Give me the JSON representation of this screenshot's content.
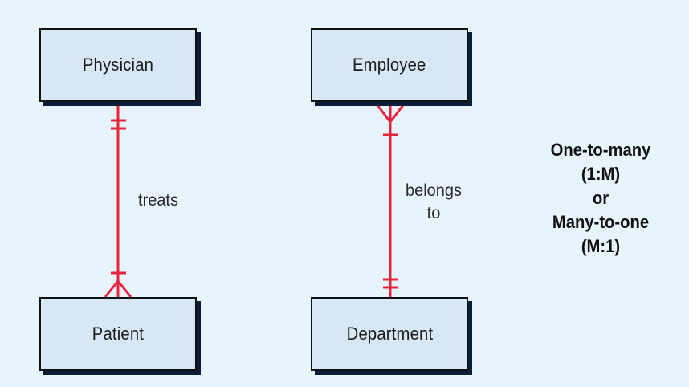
{
  "entities": {
    "physician": "Physician",
    "employee": "Employee",
    "patient": "Patient",
    "department": "Department"
  },
  "relationships": {
    "treats": "treats",
    "belongs_line1": "belongs",
    "belongs_line2": "to"
  },
  "legend": {
    "line1": "One-to-many",
    "line2": "(1:M)",
    "line3": "or",
    "line4": "Many-to-one",
    "line5": "(M:1)"
  },
  "colors": {
    "background": "#e8f4fb",
    "entity_fill": "#d8e7f4",
    "relationship_line": "#e8243c"
  }
}
